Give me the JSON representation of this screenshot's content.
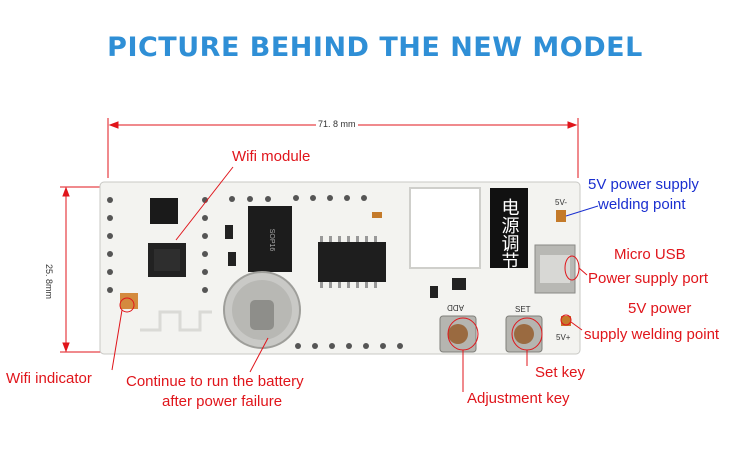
{
  "title": "PICTURE BEHIND THE NEW MODEL",
  "dimensions": {
    "width": "71. 8 mm",
    "height": "25. 8mm"
  },
  "labels": {
    "wifi_module": "Wifi module",
    "power_5v_top_line1": "5V power supply",
    "power_5v_top_line2": "welding point",
    "micro_usb_line1": "Micro USB",
    "micro_usb_line2": "Power supply port",
    "power_5v_bottom_line1": "5V power",
    "power_5v_bottom_line2": "supply welding point",
    "wifi_indicator": "Wifi indicator",
    "battery_line1": "Continue to run the battery",
    "battery_line2": "after power failure",
    "set_key": "Set key",
    "adjustment_key": "Adjustment key"
  },
  "board_marks": {
    "add": "ADD",
    "set": "SET",
    "pin_5v_minus": "5V-",
    "pin_5v_plus": "5V+",
    "chip": "SOP16",
    "vertical_text": "电源调节"
  },
  "colors": {
    "title": "#2f8fd6",
    "label_red": "#e0151b",
    "label_blue": "#1a2fd0"
  }
}
